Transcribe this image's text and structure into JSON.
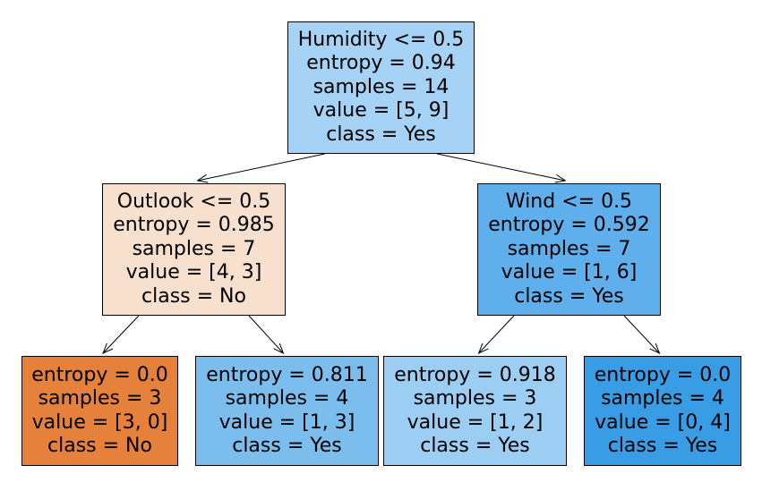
{
  "nodes": {
    "root": {
      "lines": [
        "Humidity <= 0.5",
        "entropy = 0.94",
        "samples = 14",
        "value = [5, 9]",
        "class = Yes"
      ],
      "fill": "#a6d3f5"
    },
    "left": {
      "lines": [
        "Outlook <= 0.5",
        "entropy = 0.985",
        "samples = 7",
        "value = [4, 3]",
        "class = No"
      ],
      "fill": "#f8e0ce"
    },
    "right": {
      "lines": [
        "Wind <= 0.5",
        "entropy = 0.592",
        "samples = 7",
        "value = [1, 6]",
        "class = Yes"
      ],
      "fill": "#5eafeb"
    },
    "ll": {
      "lines": [
        "entropy = 0.0",
        "samples = 3",
        "value = [3, 0]",
        "class = No"
      ],
      "fill": "#e5813a"
    },
    "lr": {
      "lines": [
        "entropy = 0.811",
        "samples = 4",
        "value = [1, 3]",
        "class = Yes"
      ],
      "fill": "#7bbeee"
    },
    "rl": {
      "lines": [
        "entropy = 0.918",
        "samples = 3",
        "value = [1, 2]",
        "class = Yes"
      ],
      "fill": "#9ccdf3"
    },
    "rr": {
      "lines": [
        "entropy = 0.0",
        "samples = 4",
        "value = [0, 4]",
        "class = Yes"
      ],
      "fill": "#399de5"
    }
  },
  "edges": [
    [
      "root",
      "left"
    ],
    [
      "root",
      "right"
    ],
    [
      "left",
      "ll"
    ],
    [
      "left",
      "lr"
    ],
    [
      "right",
      "rl"
    ],
    [
      "right",
      "rr"
    ]
  ],
  "colors": {
    "border": "#000000",
    "arrow": "#000000",
    "background": "#ffffff"
  }
}
